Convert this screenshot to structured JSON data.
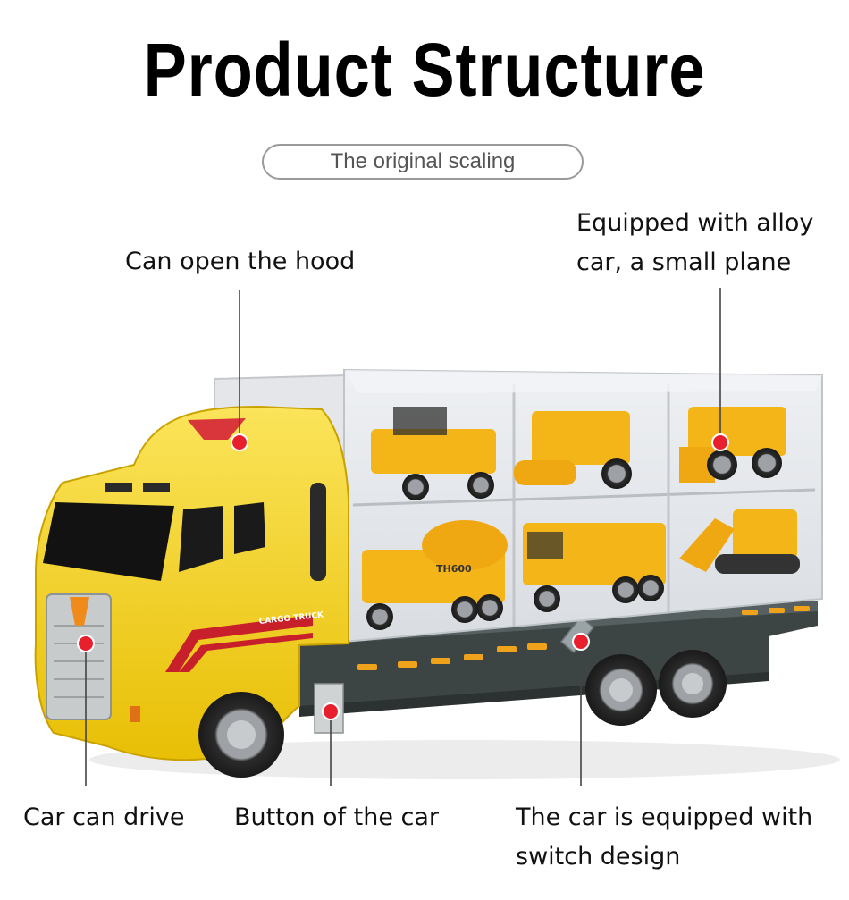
{
  "title": "Product Structure",
  "subtitle": "The original scaling",
  "callouts": {
    "hood": "Can open the hood",
    "alloy_line1": "Equipped with alloy",
    "alloy_line2": "car, a small plane",
    "drive": "Car can drive",
    "button": "Button of the car",
    "switch_line1": "The car is equipped with",
    "switch_line2": "switch design"
  },
  "truck_labels": {
    "side": "CARGO TRUCK",
    "model": "TH600"
  },
  "colors": {
    "truck_yellow": "#f4d21a",
    "toy_yellow": "#f3b517",
    "chassis": "#3d4444",
    "marker_red": "#e8202e",
    "leader_line": "#444444",
    "pill_border": "#9a9a9a"
  }
}
